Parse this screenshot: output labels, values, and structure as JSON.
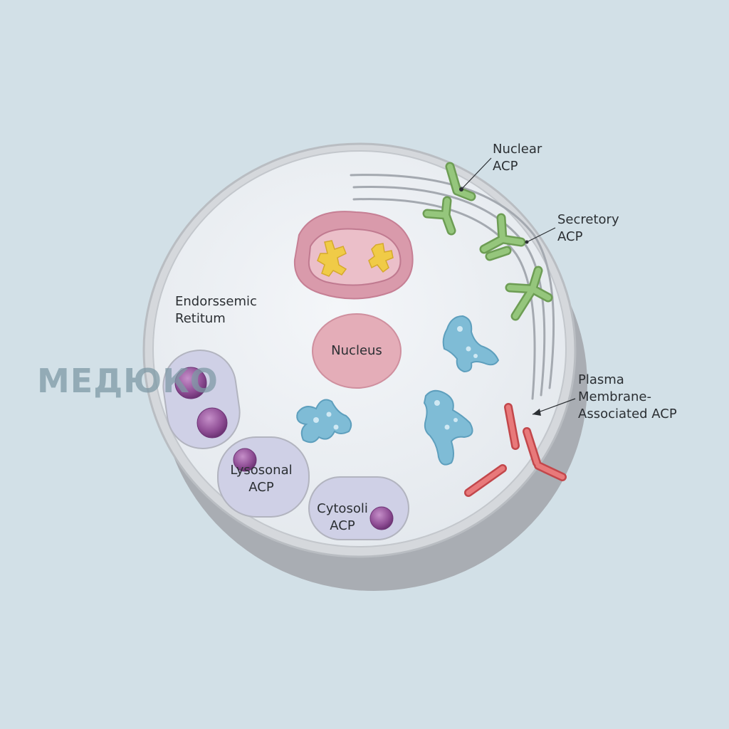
{
  "labels": {
    "nuclear_acp": [
      "Nuclear",
      "ACP"
    ],
    "secretory_acp": [
      "Secretory",
      "ACP"
    ],
    "endorssemic": [
      "Endorssemic",
      "Retitum"
    ],
    "nucleus": "Nucleus",
    "plasma_membrane": [
      "Plasma",
      "Membrane-",
      "Associated ACP"
    ],
    "lysosomal_acp": [
      "Lysosonal",
      "ACP"
    ],
    "cytosolic_acp": [
      "Cytosoli",
      "ACP"
    ]
  },
  "watermark": "МЕДЮКО",
  "colors": {
    "background": "#d2e0e7",
    "cell_rim": "#a9adb3",
    "cytoplasm": "#e9edf1",
    "nucleus": "#e4adb8",
    "mitochondrion": "#d99aab",
    "chromosome": "#f0cb47",
    "secretory_protein": "#89b96f",
    "cytosolic_protein": "#7fbcd6",
    "membrane_protein": "#dd5f60",
    "vesicle": "#cfd0e6",
    "granule": "#8e4d94"
  }
}
